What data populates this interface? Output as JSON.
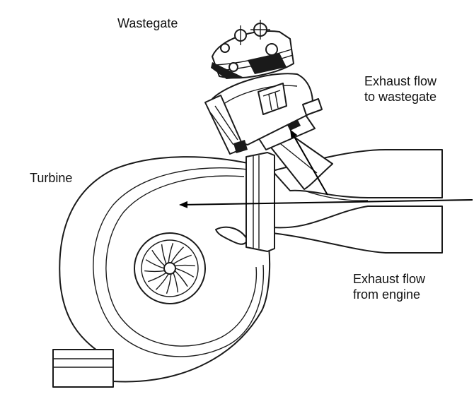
{
  "labels": {
    "wastegate": "Wastegate",
    "turbine": "Turbine",
    "flow_to_wastegate": [
      "Exhaust flow",
      "to wastegate"
    ],
    "flow_from_engine": [
      "Exhaust flow",
      "from engine"
    ]
  },
  "colors": {
    "line": "#1a1a1a",
    "background": "#ffffff",
    "arrow": "#000000"
  }
}
